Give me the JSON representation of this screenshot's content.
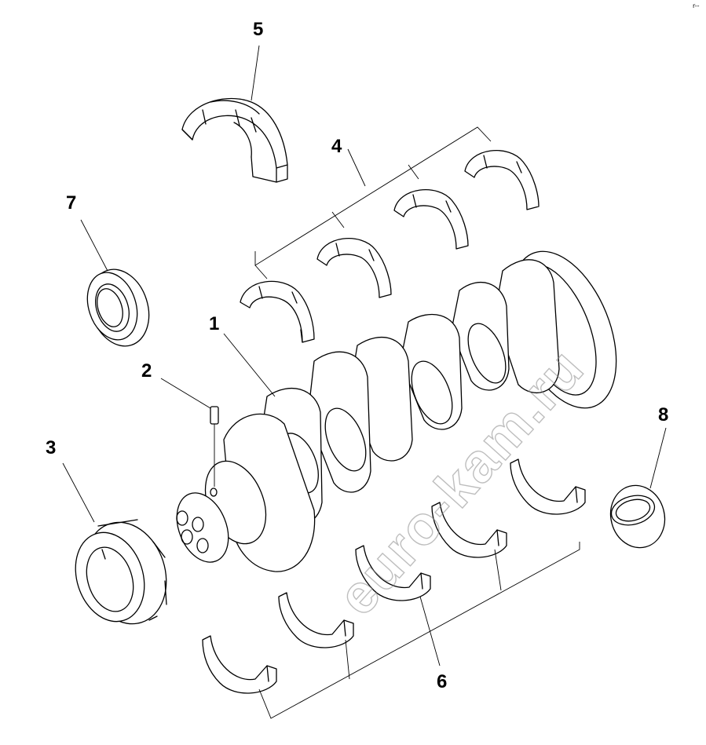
{
  "diagram": {
    "labels": {
      "crankshaft": "1",
      "pin": "2",
      "gear": "3",
      "upper_bearings": "4",
      "thrust_bearing": "5",
      "lower_bearings": "6",
      "front_seal": "7",
      "rear_bushing": "8"
    },
    "watermark": "euro-kam.ru",
    "corner_mark": "r--"
  },
  "colors": {
    "ink": "#000000",
    "background": "#ffffff",
    "watermark": "#8a8a8a"
  }
}
